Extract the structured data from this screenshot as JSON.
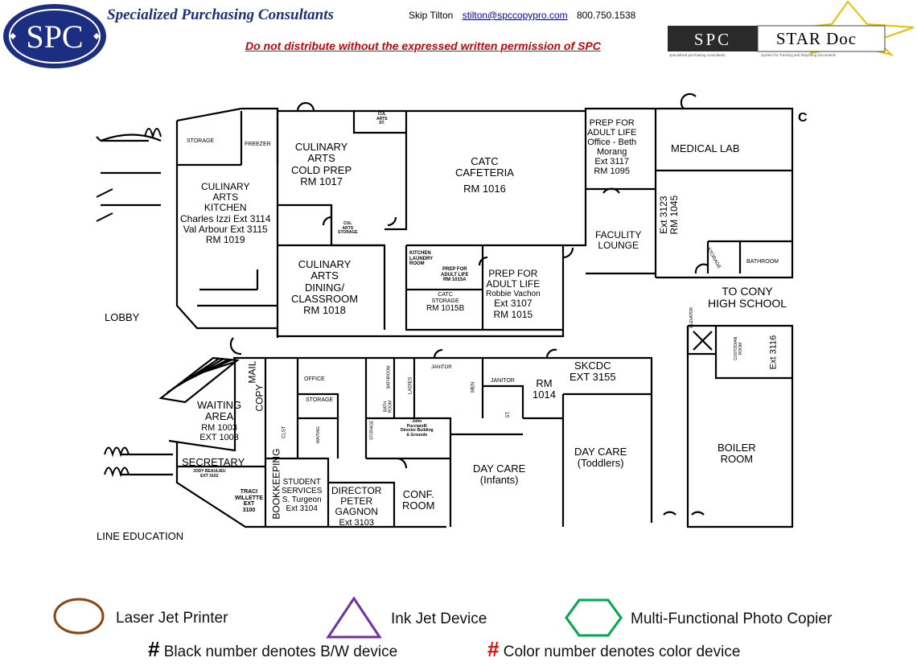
{
  "header": {
    "company": "Specialized Purchasing Consultants",
    "contact_name": "Skip Tilton",
    "contact_email": "stilton@spccopypro.com",
    "contact_phone": "800.750.1538",
    "warning": "Do not distribute without the expressed written permission of SPC",
    "logo_text": "SPC",
    "stardoc_spc": "SPC",
    "stardoc_title": "STAR Doc",
    "stardoc_tagline_left": "specialized purchasing consultants",
    "stardoc_tagline_right": "System for Tracking and Reporting Documents"
  },
  "rooms": [
    {
      "id": "storage-top",
      "lines": [
        "STORAGE"
      ]
    },
    {
      "id": "freezer",
      "lines": [
        "FREEZER"
      ]
    },
    {
      "id": "cul-arts-st",
      "lines": [
        "CUL",
        "ARTS",
        "ST."
      ]
    },
    {
      "id": "culinary-cold-prep",
      "lines": [
        "CULINARY",
        "ARTS",
        "COLD PREP",
        "RM 1017"
      ]
    },
    {
      "id": "catc-cafeteria",
      "lines": [
        "CATC",
        "CAFETERIA",
        "RM 1016"
      ]
    },
    {
      "id": "prep-adult-life-top",
      "lines": [
        "PREP FOR",
        "ADULT LIFE",
        "Office - Beth",
        "Morang",
        "Ext 3117",
        "RM 1095"
      ]
    },
    {
      "id": "medical-lab",
      "lines": [
        "MEDICAL LAB"
      ]
    },
    {
      "id": "culinary-kitchen",
      "lines": [
        "CULINARY",
        "ARTS",
        "KITCHEN",
        "Charles Izzi  Ext 3114",
        "Val Arbour  Ext 3115",
        "RM 1019"
      ]
    },
    {
      "id": "cul-arts-storage",
      "lines": [
        "CUL",
        "ARTS",
        "STORAGE"
      ]
    },
    {
      "id": "faculty-lounge",
      "lines": [
        "FACULITY",
        "LOUNGE"
      ]
    },
    {
      "id": "ext-3123",
      "lines": [
        "Ext 3123",
        "RM 1045"
      ]
    },
    {
      "id": "storage-small",
      "lines": [
        "STORAGE"
      ]
    },
    {
      "id": "bathroom-top",
      "lines": [
        "BATHROOM"
      ]
    },
    {
      "id": "culinary-dining",
      "lines": [
        "CULINARY",
        "ARTS",
        "DINING/",
        "CLASSROOM",
        "RM 1018"
      ]
    },
    {
      "id": "kitchen-laundry",
      "lines": [
        "KITCHEN",
        "LAUNDRY",
        "ROOM"
      ]
    },
    {
      "id": "prep-1015a",
      "lines": [
        "PREP FOR",
        "ADULT LIFE",
        "RM 1015A"
      ]
    },
    {
      "id": "catc-storage",
      "lines": [
        "CATC",
        "STORAGE",
        "RM 1015B"
      ]
    },
    {
      "id": "prep-adult-life-1015",
      "lines": [
        "PREP FOR",
        "ADULT LIFE",
        "Robbie Vachon",
        "Ext 3107",
        "RM 1015"
      ]
    },
    {
      "id": "to-cony",
      "lines": [
        "TO CONY",
        "HIGH SCHOOL"
      ]
    },
    {
      "id": "lobby",
      "lines": [
        "LOBBY"
      ]
    },
    {
      "id": "elevator",
      "lines": [
        "ELEVATOR"
      ]
    },
    {
      "id": "custodian",
      "lines": [
        "CUSTODIAN",
        "ROOM"
      ]
    },
    {
      "id": "ext-3116",
      "lines": [
        "Ext 3116"
      ]
    },
    {
      "id": "mail",
      "lines": [
        "MAIL"
      ]
    },
    {
      "id": "copy",
      "lines": [
        "COPY"
      ]
    },
    {
      "id": "office",
      "lines": [
        "OFFICE"
      ]
    },
    {
      "id": "storage-mid",
      "lines": [
        "STORAGE"
      ]
    },
    {
      "id": "bathroom-mid",
      "lines": [
        "BATHROOM"
      ]
    },
    {
      "id": "bath-room",
      "lines": [
        "BATH",
        "ROOM"
      ]
    },
    {
      "id": "storage-tiny",
      "lines": [
        "STORAGE"
      ]
    },
    {
      "id": "ladies",
      "lines": [
        "LADIES"
      ]
    },
    {
      "id": "janitor-1",
      "lines": [
        "JANITOR"
      ]
    },
    {
      "id": "men",
      "lines": [
        "MEN"
      ]
    },
    {
      "id": "janitor-2",
      "lines": [
        "JANITOR"
      ]
    },
    {
      "id": "st",
      "lines": [
        "ST."
      ]
    },
    {
      "id": "rm-1014",
      "lines": [
        "RM",
        "1014"
      ]
    },
    {
      "id": "skcdc",
      "lines": [
        "SKCDC",
        "EXT 3155"
      ]
    },
    {
      "id": "waiting-area",
      "lines": [
        "WAITING",
        "AREA",
        "RM 1003",
        "EXT 1003"
      ]
    },
    {
      "id": "clst",
      "lines": [
        "CLST"
      ]
    },
    {
      "id": "waiting-small",
      "lines": [
        "WAITING"
      ]
    },
    {
      "id": "john-p",
      "lines": [
        "John",
        "Pucciarelli",
        "Director Building",
        "& Grounds"
      ]
    },
    {
      "id": "day-care-toddlers",
      "lines": [
        "DAY CARE",
        "(Toddlers)"
      ]
    },
    {
      "id": "boiler-room",
      "lines": [
        "BOILER",
        "ROOM"
      ]
    },
    {
      "id": "secretary",
      "lines": [
        "SECRETARY"
      ]
    },
    {
      "id": "jodi",
      "lines": [
        "JODY BEAULIEU",
        "EXT 3102"
      ]
    },
    {
      "id": "traci",
      "lines": [
        "TRACI",
        "WILLETTE",
        "EXT",
        "3100"
      ]
    },
    {
      "id": "bookkeeping",
      "lines": [
        "BOOKKEEPING"
      ]
    },
    {
      "id": "student-services",
      "lines": [
        "STUDENT",
        "SERVICES",
        "S. Turgeon",
        "Ext 3104"
      ]
    },
    {
      "id": "director",
      "lines": [
        "DIRECTOR",
        "PETER",
        "GAGNON",
        "Ext 3103"
      ]
    },
    {
      "id": "conf-room",
      "lines": [
        "CONF.",
        "ROOM"
      ]
    },
    {
      "id": "day-care-infants",
      "lines": [
        "DAY CARE",
        "(Infants)"
      ]
    },
    {
      "id": "line-education",
      "lines": [
        "LINE EDUCATION"
      ]
    },
    {
      "id": "edge-c",
      "lines": [
        "C"
      ]
    }
  ],
  "legend": {
    "laser": "Laser Jet Printer",
    "inkjet": "Ink Jet Device",
    "mfp": "Multi-Functional Photo Copier",
    "hash_symbol": "#",
    "bw_text": "Black number denotes B/W device",
    "color_text": "Color number denotes color device",
    "colors": {
      "laser": "#8b4513",
      "inkjet": "#7030a0",
      "mfp": "#00a84f",
      "color_hash": "#ff0000"
    }
  }
}
